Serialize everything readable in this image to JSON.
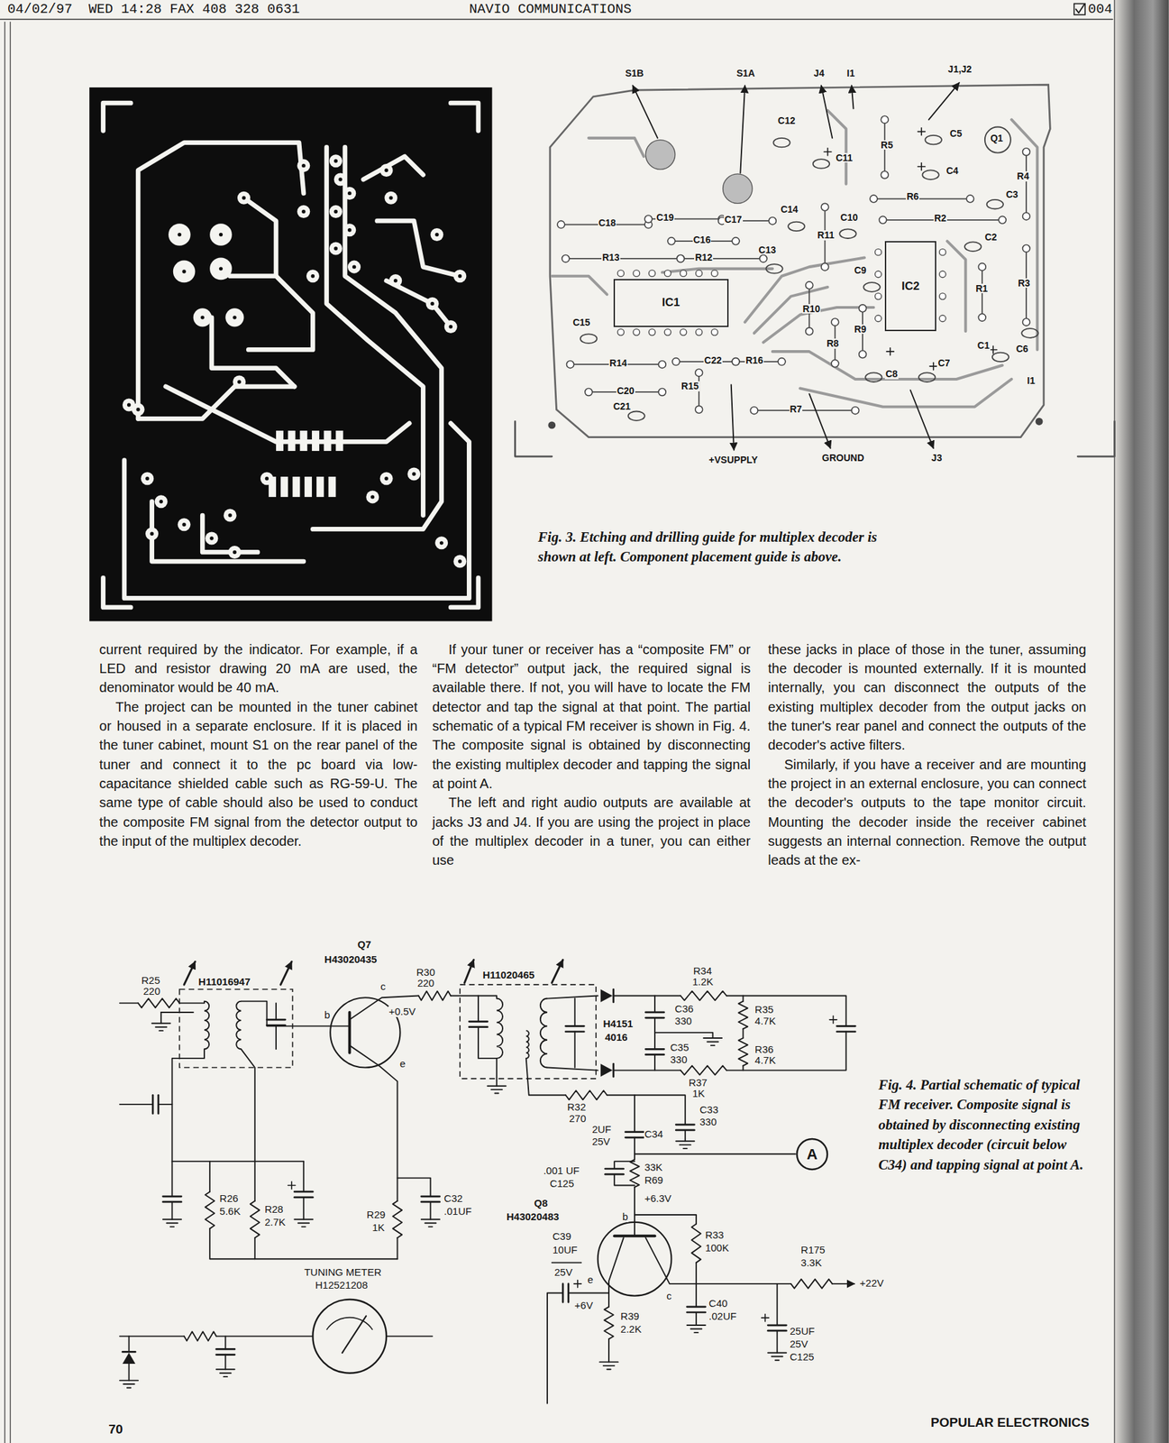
{
  "diagram": {
    "nodes": [
      {
        "text": [
          "IC1"
        ]
      },
      {
        "text": [
          "IC2"
        ]
      },
      {
        "text": [
          "A"
        ]
      }
    ],
    "labels": [
      "04/02/97  WED 14:28 FAX 408 328 0631",
      "NAVIO COMMUNICATIONS",
      "004",
      "S1B",
      "S1A",
      "J4",
      "I1",
      "J1,J2",
      "C12",
      "C11",
      "R5",
      "C5",
      "Q1",
      "C4",
      "R4",
      "C3",
      "C18",
      "C19",
      "C17",
      "C14",
      "C10",
      "R6",
      "R2",
      "C2",
      "C16",
      "R11",
      "R13",
      "R12",
      "C13",
      "C9",
      "R3",
      "R1",
      "R10",
      "C15",
      "R9",
      "R8",
      "C1",
      "C6",
      "R14",
      "C22",
      "R16",
      "C7",
      "C8",
      "I1",
      "R15",
      "C20",
      "C21",
      "R7",
      "+VSUPPLY",
      "GROUND",
      "J3",
      "Fig. 3. Etching and drilling guide for multiplex decoder is shown at left. Component placement guide is above.",
      "current required by the indicator. For example, if a LED and resistor drawing 20 mA are used, the denominator would be 40 mA.",
      "The project can be mounted in the tuner cabinet or housed in a separate enclosure. If it is placed in the tuner cabinet, mount S1 on the rear panel of the tuner and connect it to the pc board via low-capacitance shielded cable such as RG-59-U. The same type of cable should also be used to conduct the composite FM signal from the detector output to the input of the multiplex decoder.",
      "If your tuner or receiver has a “composite FM” or “FM detector” output jack, the required signal is available there. If not, you will have to locate the FM detector and tap the signal at that point. The partial schematic of a typical FM receiver is shown in Fig. 4. The composite signal is obtained by disconnecting the existing multiplex decoder and tapping the signal at point A.",
      "The left and right audio outputs are available at jacks J3 and J4. If you are using the project in place of the multiplex decoder in a tuner, you can either use",
      "these jacks in place of those in the tuner, assuming the decoder is mounted externally. If it is mounted internally, you can disconnect the outputs of the existing multiplex decoder from the output jacks on the tuner's rear panel and connect the outputs of the decoder's active filters.",
      "Similarly, if you have a receiver and are mounting the project in an external enclosure, you can connect the decoder's outputs to the tape monitor circuit. Mounting the decoder inside the receiver cabinet suggests an internal connection. Remove the output leads at the ex-",
      "Q7",
      "H43020435",
      "R25",
      "220",
      "H11016947",
      "R30",
      "220",
      "+0.5V",
      "c",
      "b",
      "e",
      "H11020465",
      "R34",
      "1.2K",
      "C36",
      "330",
      "R35",
      "4.7K",
      "H4151",
      "4016",
      "C35",
      "330",
      "R36",
      "4.7K",
      "R37",
      "1K",
      "R32",
      "270",
      "C33",
      "330",
      "2UF",
      "25V",
      "C34",
      ".001 UF",
      "C125",
      "33K",
      "R69",
      "Q8",
      "H43020483",
      "+6.3V",
      "b",
      "R33",
      "100K",
      "C39",
      "10UF",
      "25V",
      "e",
      "+6V",
      "c",
      "R175",
      "3.3K",
      "+22V",
      "R39",
      "2.2K",
      "C40",
      ".02UF",
      "25UF",
      "25V",
      "C125",
      "R26",
      "5.6K",
      "R28",
      "2.7K",
      "R29",
      "1K",
      "C32",
      ".01UF",
      "TUNING METER",
      "H12521208",
      "Fig. 4. Partial schematic of typical FM receiver. Composite signal is obtained by disconnecting existing multiplex decoder (circuit below C34) and tapping signal at point A.",
      "70",
      "POPULAR ELECTRONICS"
    ]
  }
}
